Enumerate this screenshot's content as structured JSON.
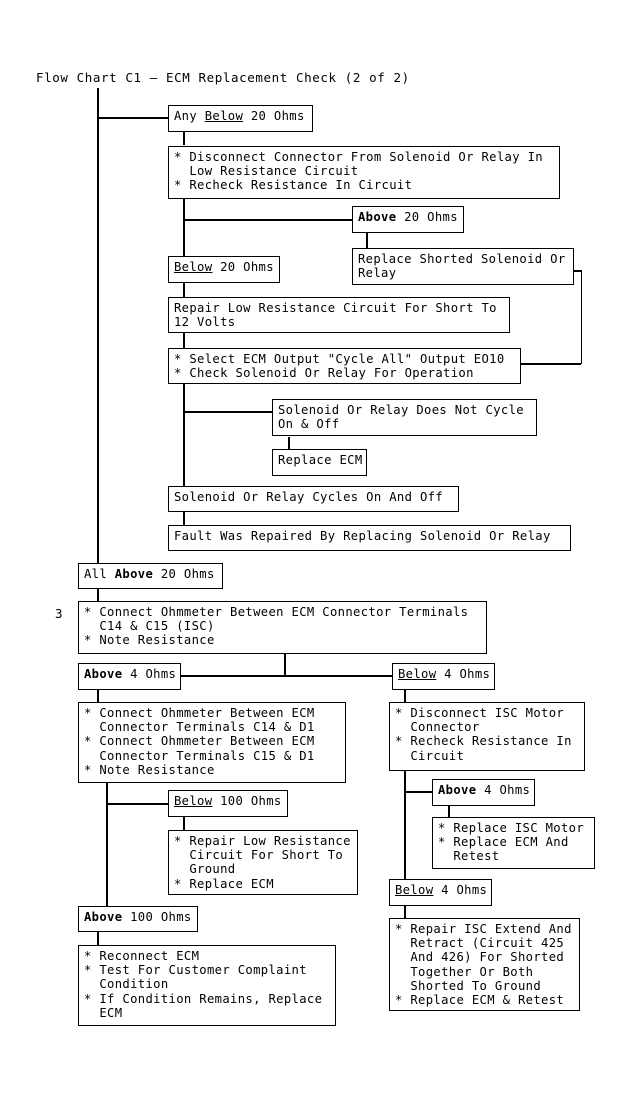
{
  "title": "Flow Chart C1 – ECM Replacement Check (2 of 2)",
  "markers": [
    {
      "label": "3"
    }
  ],
  "nodes": {
    "any_below_20": {
      "text": "Any Below 20 Ohms",
      "emphasis": "Below",
      "emphasis_style": "underline"
    },
    "disconnect_connector": {
      "text": "* Disconnect Connector From Solenoid Or Relay In\n  Low Resistance Circuit\n* Recheck Resistance In Circuit"
    },
    "above_20": {
      "text": "Above 20 Ohms",
      "emphasis": "Above",
      "emphasis_style": "bold"
    },
    "replace_shorted": {
      "text": "Replace Shorted Solenoid Or\nRelay"
    },
    "below_20": {
      "text": "Below 20 Ohms",
      "emphasis": "Below",
      "emphasis_style": "underline"
    },
    "repair_low_res": {
      "text": "Repair Low Resistance Circuit For Short To\n12 Volts"
    },
    "select_ecm_output": {
      "text": "* Select ECM Output \"Cycle All\" Output EO10\n* Check Solenoid Or Relay For Operation"
    },
    "does_not_cycle": {
      "text": "Solenoid Or Relay Does Not Cycle\nOn & Off"
    },
    "replace_ecm": {
      "text": "Replace ECM"
    },
    "cycles_on_off": {
      "text": "Solenoid Or Relay Cycles On And Off"
    },
    "fault_repaired": {
      "text": "Fault Was Repaired By Replacing Solenoid Or Relay"
    },
    "all_above_20": {
      "text": "All Above 20 Ohms",
      "emphasis": "Above",
      "emphasis_style": "bold"
    },
    "connect_c14_c15": {
      "text": "* Connect Ohmmeter Between ECM Connector Terminals\n  C14 & C15 (ISC)\n* Note Resistance"
    },
    "above_4": {
      "text": "Above 4 Ohms",
      "emphasis": "Above",
      "emphasis_style": "bold"
    },
    "below_4": {
      "text": "Below 4 Ohms",
      "emphasis": "Below",
      "emphasis_style": "underline"
    },
    "connect_c14_d1": {
      "text": "* Connect Ohmmeter Between ECM\n  Connector Terminals C14 & D1\n* Connect Ohmmeter Between ECM\n  Connector Terminals C15 & D1\n* Note Resistance"
    },
    "disconnect_isc": {
      "text": "* Disconnect ISC Motor\n  Connector\n* Recheck Resistance In\n  Circuit"
    },
    "below_100": {
      "text": "Below 100 Ohms",
      "emphasis": "Below",
      "emphasis_style": "underline"
    },
    "repair_short_ground": {
      "text": "* Repair Low Resistance\n  Circuit For Short To\n  Ground\n* Replace ECM"
    },
    "above_4_b": {
      "text": "Above 4 Ohms",
      "emphasis": "Above",
      "emphasis_style": "bold"
    },
    "replace_isc_motor": {
      "text": "* Replace ISC Motor\n* Replace ECM And\n  Retest"
    },
    "above_100": {
      "text": "Above 100 Ohms",
      "emphasis": "Above",
      "emphasis_style": "bold"
    },
    "reconnect_ecm": {
      "text": "* Reconnect ECM\n* Test For Customer Complaint\n  Condition\n* If Condition Remains, Replace\n  ECM"
    },
    "below_4_b": {
      "text": "Below 4 Ohms",
      "emphasis": "Below",
      "emphasis_style": "underline"
    },
    "repair_isc": {
      "text": "* Repair ISC Extend And\n  Retract (Circuit 425\n  And 426) For Shorted\n  Together Or Both\n  Shorted To Ground\n* Replace ECM & Retest"
    }
  }
}
